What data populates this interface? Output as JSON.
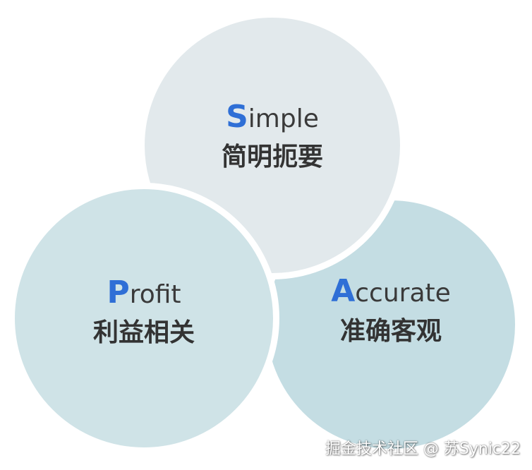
{
  "colors": {
    "accent": "#2f6fd6",
    "text": "#3a3a3a",
    "simple_fill": "#e2e9ec",
    "profit_fill": "#cfe3e7",
    "accurate_fill": "#c4dde3"
  },
  "circles": {
    "simple": {
      "initial": "S",
      "rest": "imple",
      "chinese": "简明扼要"
    },
    "profit": {
      "initial": "P",
      "rest": "rofit",
      "chinese": "利益相关"
    },
    "accurate": {
      "initial": "A",
      "rest": "ccurate",
      "chinese": "准确客观"
    }
  },
  "watermark": "掘金技术社区 @ 苏Synic22"
}
